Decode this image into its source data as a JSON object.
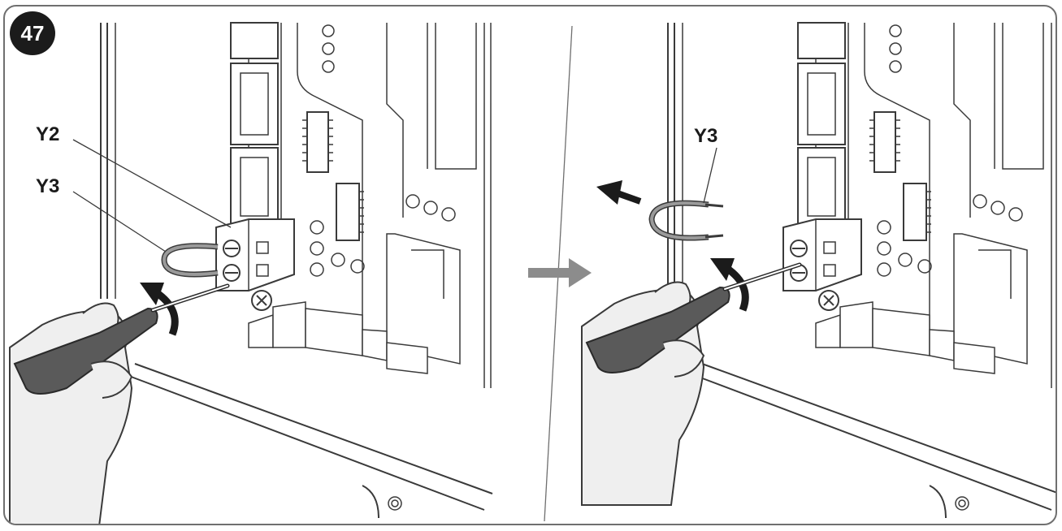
{
  "figure": {
    "step_number": "47",
    "left_panel": {
      "labels": [
        "Y2",
        "Y3"
      ]
    },
    "right_panel": {
      "labels": [
        "Y3"
      ]
    }
  },
  "colors": {
    "line": "#3a3a3a",
    "handle_dark": "#5a5a5a",
    "skin": "#efefef",
    "wire_grey": "#9a9a9a",
    "transition_arrow": "#8c8c8c",
    "frame": "#6f6f6f"
  }
}
